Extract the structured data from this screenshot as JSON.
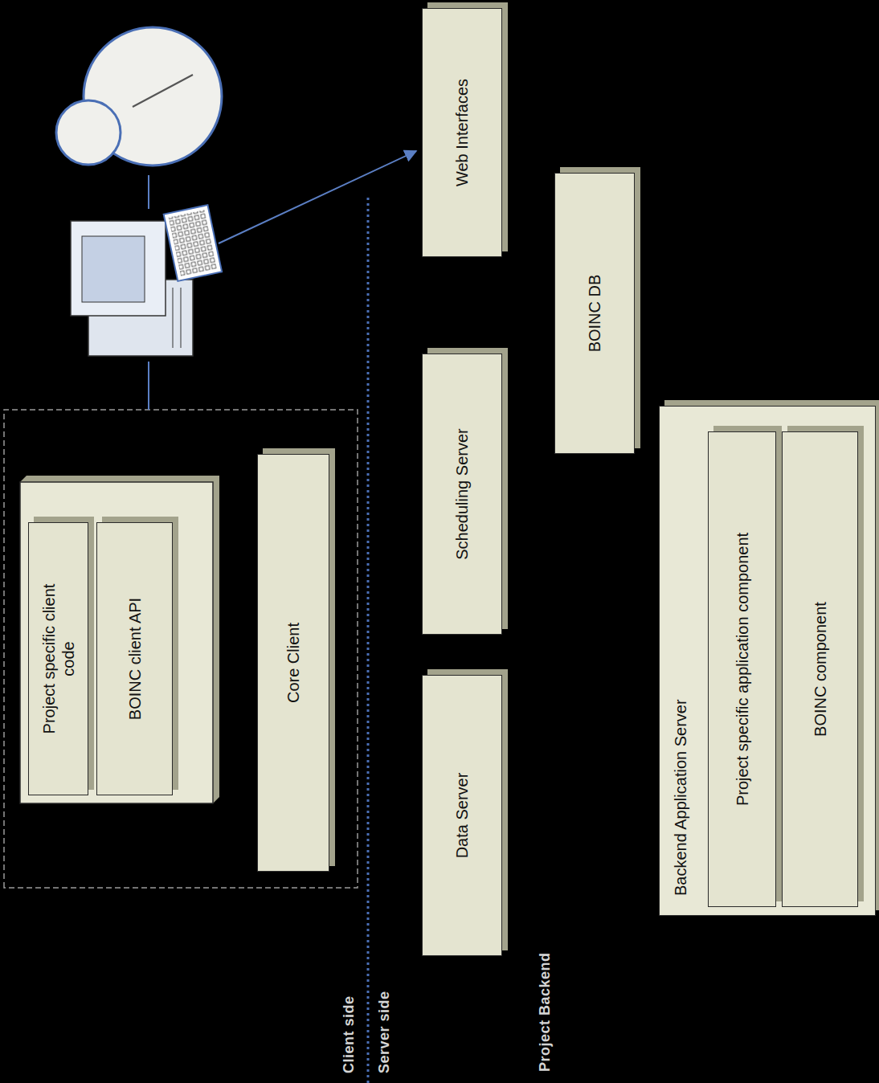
{
  "diagram": {
    "nodes": [
      {
        "text": [
          "Project specific client code"
        ]
      },
      {
        "text": [
          "BOINC client API"
        ]
      },
      {
        "text": [
          "Core Client"
        ]
      },
      {
        "text": [
          "Web Interfaces"
        ]
      },
      {
        "text": [
          "Scheduling Server"
        ]
      },
      {
        "text": [
          "Data Server"
        ]
      },
      {
        "text": [
          "BOINC DB"
        ]
      },
      {
        "text": [
          "Backend Application Server"
        ]
      },
      {
        "text": [
          "Project specific application component"
        ],
        "in": 7
      },
      {
        "text": [
          "BOINC component"
        ],
        "in": 7
      }
    ],
    "edges": [
      {
        "from": 1,
        "to": 2,
        "arrow": "both"
      },
      {
        "from": 2,
        "to": 4,
        "arrow": "to"
      },
      {
        "from": 2,
        "to": 5,
        "arrow": "to"
      },
      {
        "from": 3,
        "to": 6,
        "arrow": "to"
      },
      {
        "from": 4,
        "to": 6,
        "arrow": "to"
      },
      {
        "from": 7,
        "to": 6,
        "arrow": "to"
      },
      {
        "from": 7,
        "to": 5,
        "arrow": "to"
      }
    ],
    "labels": [
      "Client side",
      "Server side",
      "Project Backend"
    ]
  }
}
